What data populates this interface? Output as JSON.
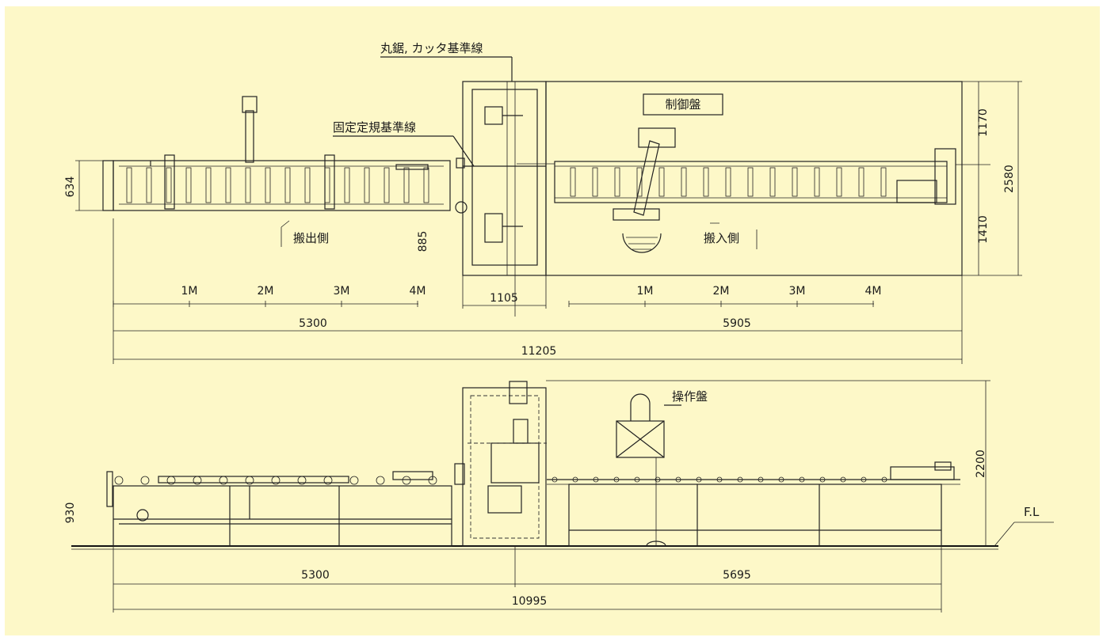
{
  "colors": {
    "paper": "#fdf8c8",
    "ink": "#222222"
  },
  "labels": {
    "saw_line": "丸鋸, カッタ基準線",
    "fixed_line": "固定定規基準線",
    "control_panel": "制御盤",
    "outfeed": "搬出側",
    "infeed": "搬入側",
    "operation_panel": "操作盤",
    "floor_line": "F.L"
  },
  "dimensions": {
    "top_left_width": "634",
    "mid_left": "885",
    "right_upper": "1170",
    "right_lower": "1410",
    "right_total": "2580",
    "saw_width": "1105",
    "top_left_length": "5300",
    "top_right_length": "5905",
    "top_overall": "11205",
    "side_height": "930",
    "side_total_height": "2200",
    "side_left_length": "5300",
    "side_right_length": "5695",
    "side_overall": "10995"
  },
  "scales": {
    "left_marks": [
      "1M",
      "2M",
      "3M",
      "4M"
    ],
    "right_marks": [
      "1M",
      "2M",
      "3M",
      "4M"
    ]
  }
}
